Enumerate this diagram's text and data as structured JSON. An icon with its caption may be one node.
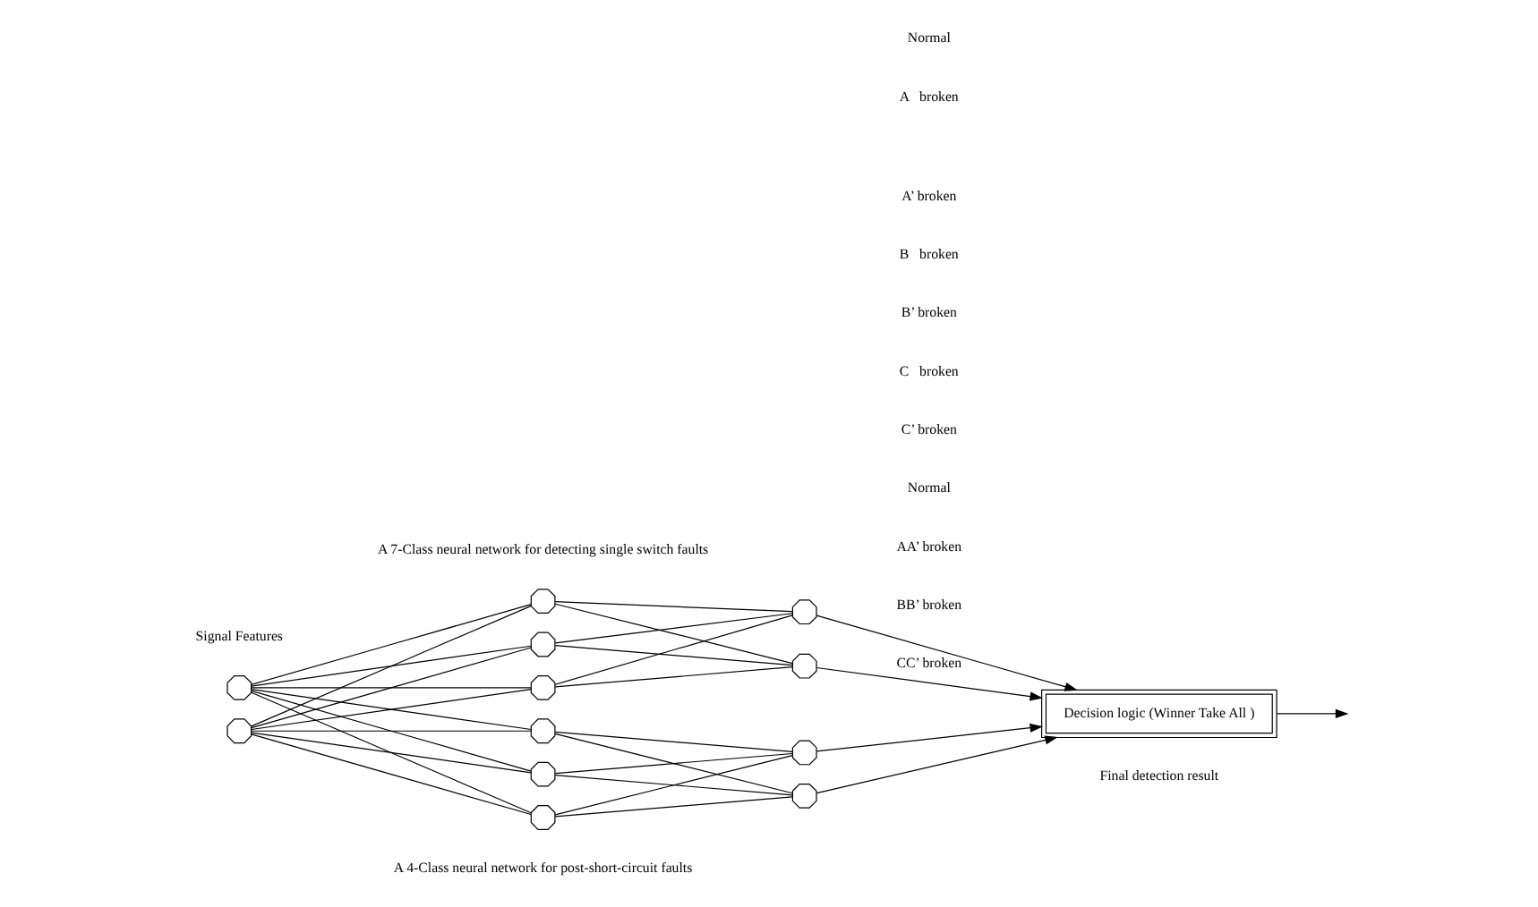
{
  "diagram": {
    "nodes": [
      {
        "text": [],
        "shape": "octagon"
      },
      {
        "text": [],
        "shape": "octagon"
      },
      {
        "text": [],
        "shape": "octagon"
      },
      {
        "text": [],
        "shape": "octagon"
      },
      {
        "text": [],
        "shape": "octagon"
      },
      {
        "text": [],
        "shape": "octagon"
      },
      {
        "text": [],
        "shape": "octagon"
      },
      {
        "text": [],
        "shape": "octagon"
      },
      {
        "text": [],
        "shape": "octagon"
      },
      {
        "text": [],
        "shape": "octagon"
      },
      {
        "text": [],
        "shape": "octagon"
      },
      {
        "text": [],
        "shape": "octagon"
      },
      {
        "text": [
          "Decision logic (Winner Take All )"
        ]
      }
    ],
    "edges": [
      {
        "from": 0,
        "to": 2,
        "arrow": "none"
      },
      {
        "from": 0,
        "to": 3,
        "arrow": "none"
      },
      {
        "from": 0,
        "to": 4,
        "arrow": "none"
      },
      {
        "from": 0,
        "to": 5,
        "arrow": "none"
      },
      {
        "from": 0,
        "to": 6,
        "arrow": "none"
      },
      {
        "from": 0,
        "to": 7,
        "arrow": "none"
      },
      {
        "from": 1,
        "to": 2,
        "arrow": "none"
      },
      {
        "from": 1,
        "to": 3,
        "arrow": "none"
      },
      {
        "from": 1,
        "to": 4,
        "arrow": "none"
      },
      {
        "from": 1,
        "to": 5,
        "arrow": "none"
      },
      {
        "from": 1,
        "to": 6,
        "arrow": "none"
      },
      {
        "from": 1,
        "to": 7,
        "arrow": "none"
      },
      {
        "from": 2,
        "to": 8,
        "arrow": "none"
      },
      {
        "from": 2,
        "to": 9,
        "arrow": "none"
      },
      {
        "from": 3,
        "to": 8,
        "arrow": "none"
      },
      {
        "from": 3,
        "to": 9,
        "arrow": "none"
      },
      {
        "from": 4,
        "to": 8,
        "arrow": "none"
      },
      {
        "from": 4,
        "to": 9,
        "arrow": "none"
      },
      {
        "from": 5,
        "to": 10,
        "arrow": "none"
      },
      {
        "from": 5,
        "to": 11,
        "arrow": "none"
      },
      {
        "from": 6,
        "to": 10,
        "arrow": "none"
      },
      {
        "from": 6,
        "to": 11,
        "arrow": "none"
      },
      {
        "from": 7,
        "to": 10,
        "arrow": "none"
      },
      {
        "from": 7,
        "to": 11,
        "arrow": "none"
      },
      {
        "from": 8,
        "to": 12,
        "arrow": "to"
      },
      {
        "from": 9,
        "to": 12,
        "arrow": "to"
      },
      {
        "from": 10,
        "to": 12,
        "arrow": "to"
      },
      {
        "from": 11,
        "to": 12,
        "arrow": "to"
      },
      {
        "from": 12,
        "to": null,
        "arrow": "to"
      }
    ],
    "labels": [
      "A 7-Class neural network for detecting single switch faults",
      "Signal Features",
      "Normal",
      "A   broken",
      "A’ broken",
      "B   broken",
      "B’ broken",
      "C   broken",
      "C’ broken",
      "Normal",
      "AA’ broken",
      "BB’ broken",
      "CC’ broken",
      "Final detection result",
      "A 4-Class neural network for post-short-circuit faults"
    ]
  }
}
